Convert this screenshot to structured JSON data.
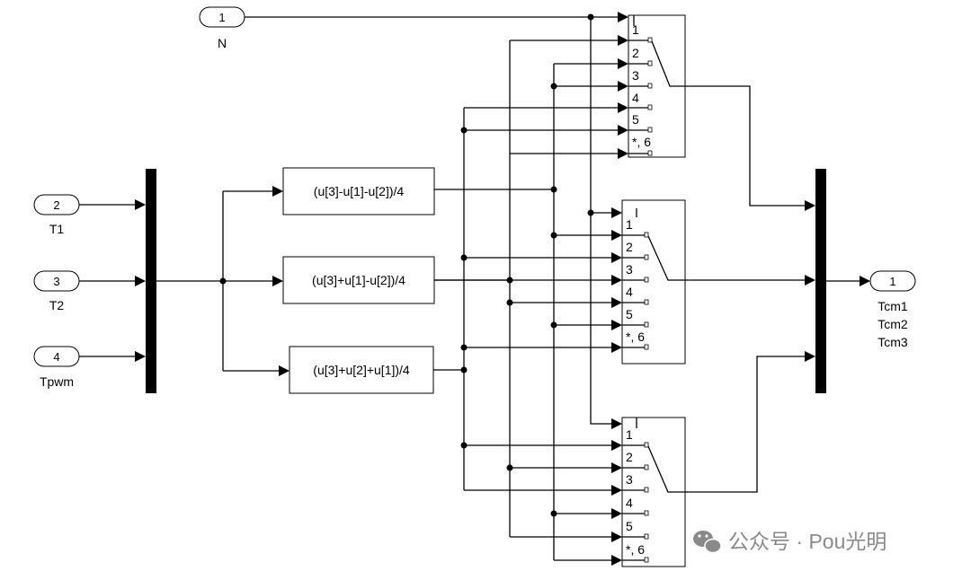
{
  "inports": [
    {
      "num": "1",
      "name": "N"
    },
    {
      "num": "2",
      "name": "T1"
    },
    {
      "num": "3",
      "name": "T2"
    },
    {
      "num": "4",
      "name": "Tpwm"
    }
  ],
  "outport": {
    "num": "1",
    "names": [
      "Tcm1",
      "Tcm2",
      "Tcm3"
    ]
  },
  "fcn_blocks": [
    {
      "expr": "(u[3]-u[1]-u[2])/4"
    },
    {
      "expr": "(u[3]+u[1]-u[2])/4"
    },
    {
      "expr": "(u[3]+u[2]+u[1])/4"
    }
  ],
  "switch_port_labels": [
    "1",
    "2",
    "3",
    "4",
    "5",
    "*, 6"
  ],
  "watermark": {
    "text": "公众号 · Pou光明",
    "icon": "wechat-icon"
  }
}
